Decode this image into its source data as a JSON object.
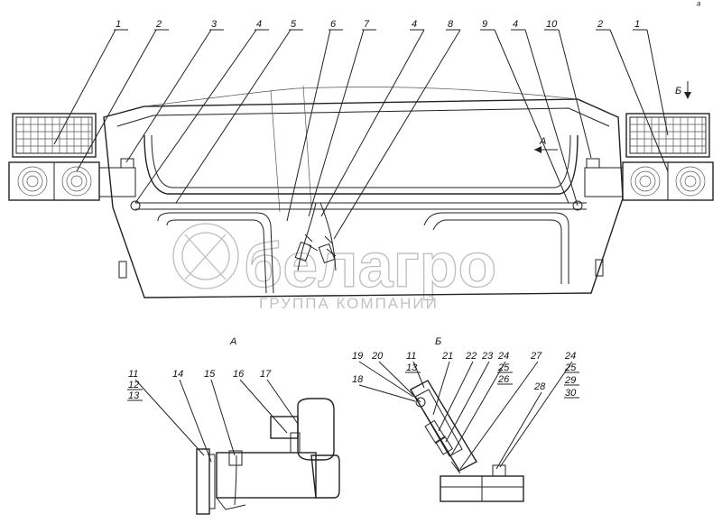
{
  "corner_mark": "ᵃ",
  "watermark": {
    "brand": "белагро",
    "subtitle": "ГРУППА КОМПАНИЙ"
  },
  "views": {
    "a_title": "А",
    "b_title": "Б",
    "a_arrow": "А",
    "b_arrow": "Б"
  },
  "top_labels": [
    "1",
    "2",
    "3",
    "4",
    "5",
    "6",
    "7",
    "4",
    "8",
    "9",
    "4",
    "10",
    "2",
    "1"
  ],
  "detail_a": {
    "labels": [
      "11",
      "12",
      "13",
      "14",
      "15",
      "16",
      "17"
    ]
  },
  "detail_b": {
    "labels": [
      "19",
      "20",
      "11",
      "13",
      "18",
      "21",
      "22",
      "23",
      "24",
      "25",
      "26",
      "27",
      "28",
      "24",
      "25",
      "29",
      "30"
    ]
  }
}
